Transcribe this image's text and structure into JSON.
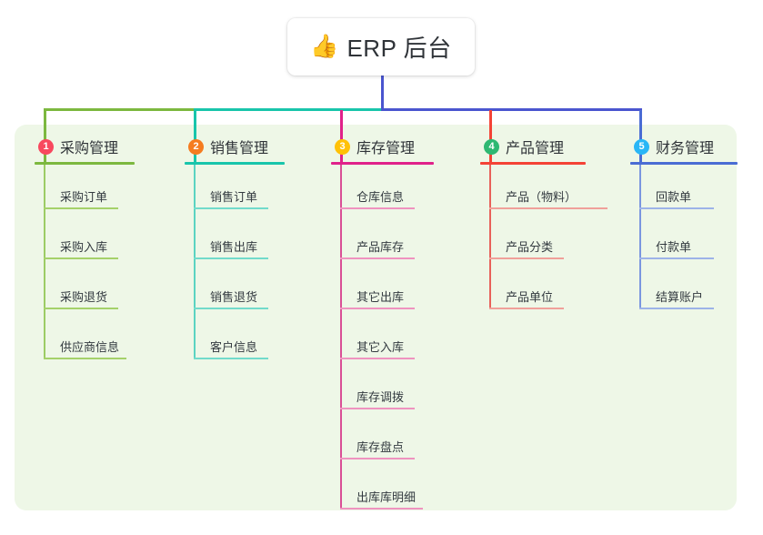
{
  "diagram": {
    "type": "mindmap",
    "root": {
      "icon": "thumbs-up-icon",
      "emoji": "👍",
      "title": "ERP 后台"
    },
    "panel_color": "#eef7e7",
    "columns": [
      {
        "index": "1",
        "title": "采购管理",
        "badge_color": "#f8485e",
        "bar_color": "#7cb83f",
        "spine_color": "#9ccc65",
        "underline_color": "#a5d16a",
        "items": [
          "采购订单",
          "采购入库",
          "采购退货",
          "供应商信息"
        ]
      },
      {
        "index": "2",
        "title": "销售管理",
        "badge_color": "#f57c20",
        "bar_color": "#18c5ab",
        "spine_color": "#5bd3c2",
        "underline_color": "#72dbcb",
        "items": [
          "销售订单",
          "销售出库",
          "销售退货",
          "客户信息"
        ]
      },
      {
        "index": "3",
        "title": "库存管理",
        "badge_color": "#ffc107",
        "bar_color": "#e0218a",
        "spine_color": "#d94f96",
        "underline_color": "#ef93bf",
        "items": [
          "仓库信息",
          "产品库存",
          "其它出库",
          "其它入库",
          "库存调拨",
          "库存盘点",
          "出库库明细"
        ]
      },
      {
        "index": "4",
        "title": "产品管理",
        "badge_color": "#2eb872",
        "bar_color": "#f44336",
        "spine_color": "#e8615a",
        "underline_color": "#f0a09a",
        "items": [
          "产品（物料）",
          "产品分类",
          "产品单位"
        ]
      },
      {
        "index": "5",
        "title": "财务管理",
        "badge_color": "#29b6f6",
        "bar_color": "#4a6cd4",
        "spine_color": "#7a96e0",
        "underline_color": "#9db3e8",
        "items": [
          "回款单",
          "付款单",
          "结算账户"
        ]
      }
    ],
    "connectors": {
      "trunk_color": "#4a55cf",
      "bus_segments": [
        {
          "color": "#7cb83f"
        },
        {
          "color": "#18c5ab"
        },
        {
          "color": "#4a55cf"
        }
      ]
    }
  }
}
